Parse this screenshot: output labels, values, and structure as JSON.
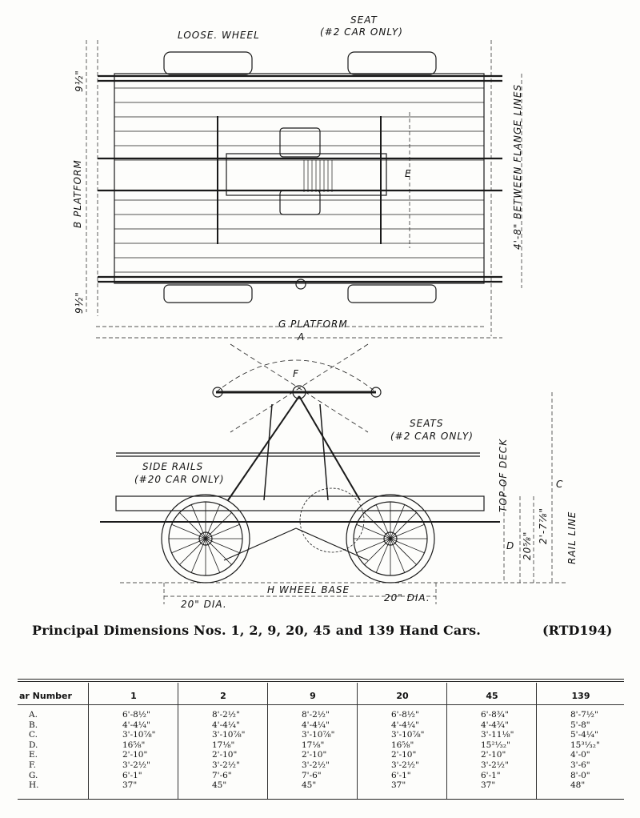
{
  "drawing": {
    "labels": {
      "loose_wheel": "LOOSE. WHEEL",
      "seat": "SEAT",
      "seat_note": "(#2 CAR ONLY)",
      "platform_left": "B  PLATFORM",
      "between_flange": "4'-8\" BETWEEN FLANGE LINES",
      "e_label": "E",
      "nine_half_top": "9½\"",
      "nine_half_bottom": "9½\"",
      "g_platform": "G  PLATFORM",
      "a_label": "A",
      "f_label": "F",
      "seats": "SEATS",
      "seats_note": "(#2 CAR ONLY)",
      "side_rails": "SIDE RAILS",
      "side_rails_note": "(#20 CAR ONLY)",
      "top_of_deck": "TOP OF DECK",
      "rail_line": "RAIL LINE",
      "c_label": "C",
      "d_label": "D",
      "twenty_five_eighths": "20⅝\"",
      "two_seven": "2'-7⅞\"",
      "dia_left": "20\" DIA.",
      "wheel_base": "H  WHEEL BASE",
      "dia_right": "20\" DIA."
    }
  },
  "caption": {
    "title": "Principal Dimensions Nos. 1, 2, 9, 20, 45 and 139 Hand Cars.",
    "ref": "(RTD194)"
  },
  "table": {
    "header_first": "ar Number",
    "row_labels": [
      "A.",
      "B.",
      "C.",
      "D.",
      "E.",
      "F.",
      "G.",
      "H."
    ],
    "columns": [
      {
        "car": "1",
        "values": [
          "6'-8½\"",
          "4'-4¼\"",
          "3'-10⅞\"",
          "16⅝\"",
          "2'-10\"",
          "3'-2½\"",
          "6'-1\"",
          "37\""
        ]
      },
      {
        "car": "2",
        "values": [
          "8'-2½\"",
          "4'-4¼\"",
          "3'-10⅞\"",
          "17⅛\"",
          "2'-10\"",
          "3'-2½\"",
          "7'-6\"",
          "45\""
        ]
      },
      {
        "car": "9",
        "values": [
          "8'-2½\"",
          "4'-4¼\"",
          "3'-10⅞\"",
          "17⅛\"",
          "2'-10\"",
          "3'-2½\"",
          "7'-6\"",
          "45\""
        ]
      },
      {
        "car": "20",
        "values": [
          "6'-8½\"",
          "4'-4¼\"",
          "3'-10⅞\"",
          "16⅝\"",
          "2'-10\"",
          "3'-2½\"",
          "6'-1\"",
          "37\""
        ]
      },
      {
        "car": "45",
        "values": [
          "6'-8¾\"",
          "4'-4¾\"",
          "3'-11⅛\"",
          "15²¹⁄₃₂\"",
          "2'-10\"",
          "3'-2½\"",
          "6'-1\"",
          "37\""
        ]
      },
      {
        "car": "139",
        "values": [
          "8'-7½\"",
          "5'-8\"",
          "5'-4¼\"",
          "15³¹⁄₃₂\"",
          "4'-0\"",
          "3'-6\"",
          "8'-0\"",
          "48\""
        ]
      }
    ]
  }
}
